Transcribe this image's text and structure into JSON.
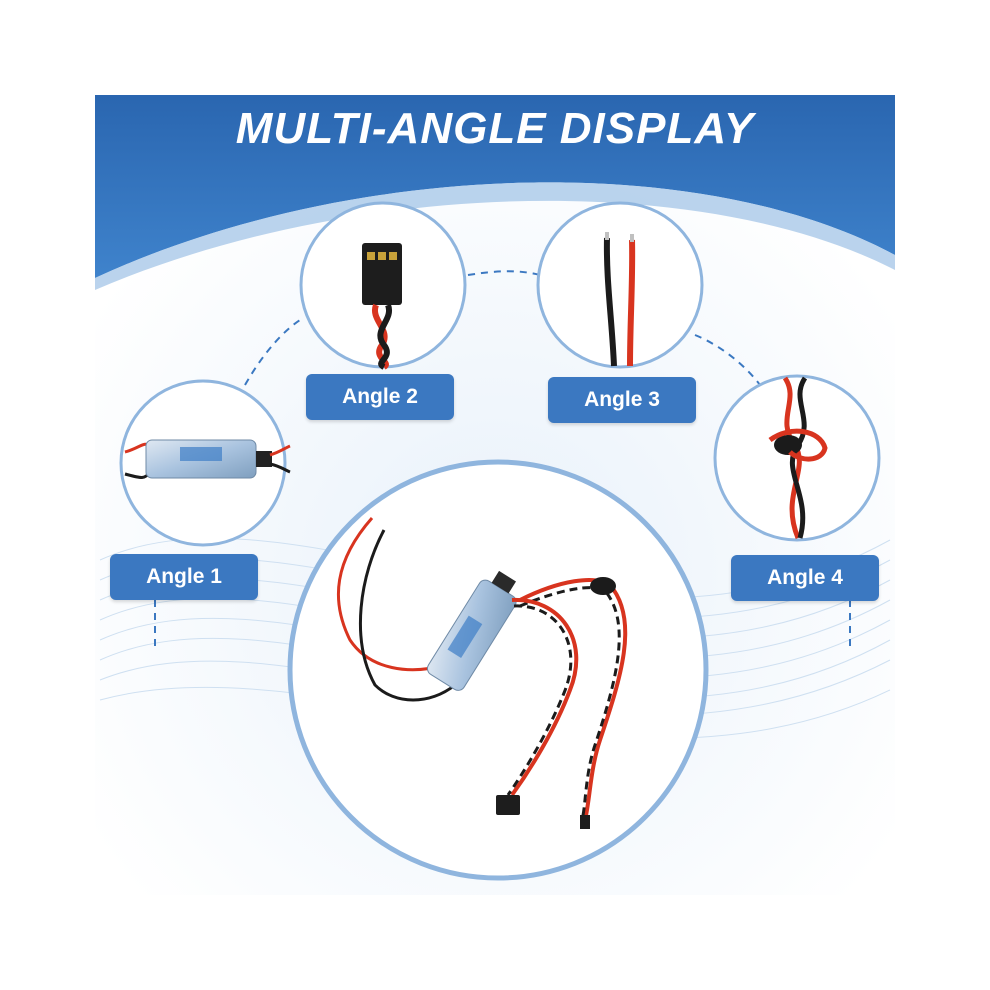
{
  "banner": {
    "title": "MULTI-ANGLE DISPLAY",
    "color": "#2f6fb8"
  },
  "angles": [
    {
      "label": "Angle 1",
      "shows": "ESC side view"
    },
    {
      "label": "Angle 2",
      "shows": "servo connector plug"
    },
    {
      "label": "Angle 3",
      "shows": "red and black power leads"
    },
    {
      "label": "Angle 4",
      "shows": "twisted wire with ferrite"
    }
  ],
  "main_view": {
    "shows": "ESC with power leads, twisted signal wires and servo plug"
  },
  "colors": {
    "label_bg": "#3b78c1",
    "circle_border": "#8fb5de",
    "wire_red": "#d8341f",
    "wire_black": "#1b1b1b"
  }
}
